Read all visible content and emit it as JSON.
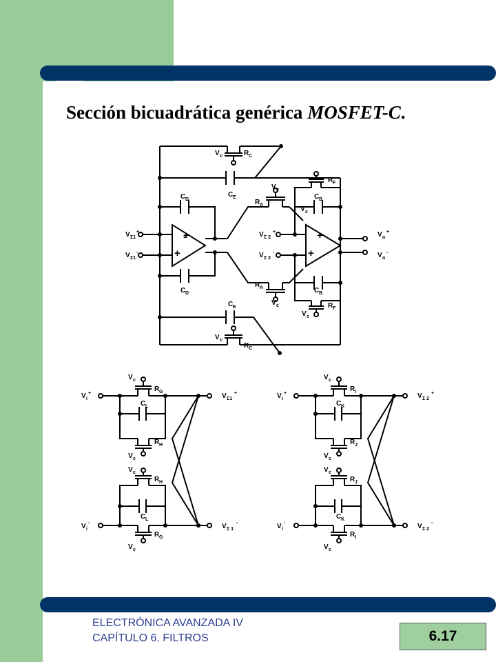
{
  "title": {
    "main": "Sección bicuadrática genérica ",
    "italic": "MOSFET-C",
    "end": "."
  },
  "footer": {
    "line1": "ELECTRÓNICA AVANZADA IV",
    "line2": "CAPÍTULO 6. FILTROS"
  },
  "page_number": "6.17",
  "colors": {
    "band": "#99cc99",
    "bar": "#003366",
    "footer_text": "#2d3e90",
    "page_box": "#9fcf9f"
  }
}
